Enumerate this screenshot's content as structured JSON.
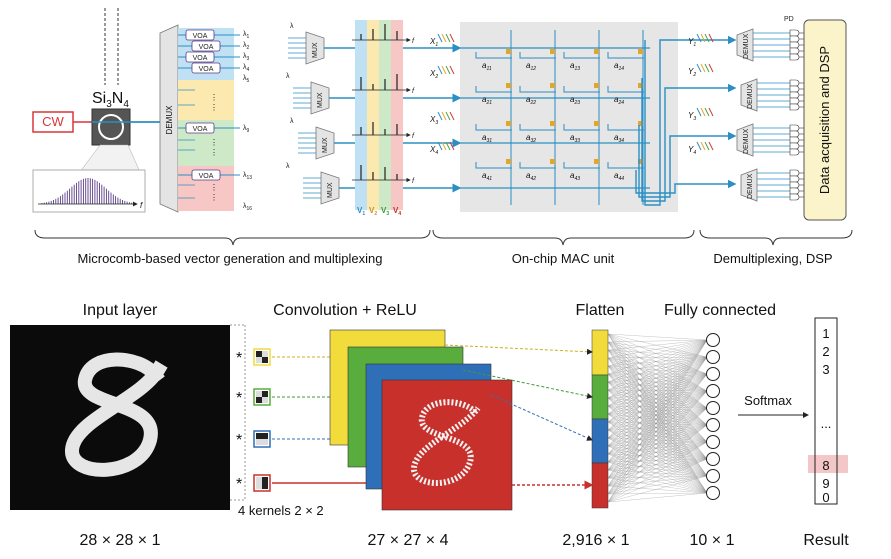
{
  "top": {
    "cw_label": "CW",
    "ring_label": "Si",
    "ring_sub3": "3",
    "ring_n": "N",
    "ring_sub4": "4",
    "f_label": "f",
    "demux_label": "DEMUX",
    "voa_label": "VOA",
    "mux_label": "MUX",
    "lambda_labels": [
      "λ1",
      "λ2",
      "λ3",
      "λ4",
      "λ5",
      "λ9",
      "λ13",
      "λ16"
    ],
    "mux_lambdas": [
      "λ1",
      "λ5",
      "λ9",
      "λ13"
    ],
    "v_labels": [
      "V1",
      "V2",
      "V3",
      "V4"
    ],
    "x_labels": [
      "X1",
      "X2",
      "X3",
      "X4"
    ],
    "y_labels": [
      "Y1",
      "Y2",
      "Y3",
      "Y4"
    ],
    "matrix": [
      [
        "a11",
        "a12",
        "a13",
        "a14"
      ],
      [
        "a21",
        "a22",
        "a23",
        "a24"
      ],
      [
        "a31",
        "a32",
        "a33",
        "a34"
      ],
      [
        "a41",
        "a42",
        "a43",
        "a44"
      ]
    ],
    "pd_label": "PD",
    "dsp_label": "Data acquisition and DSP",
    "section_labels": [
      "Microcomb-based vector generation and multiplexing",
      "On-chip MAC unit",
      "Demultiplexing, DSP"
    ]
  },
  "bottom": {
    "input_title": "Input layer",
    "conv_title": "Convolution + ReLU",
    "flatten_title": "Flatten",
    "fc_title": "Fully connected",
    "kernels_label": "4 kernels 2 × 2",
    "softmax_label": "Softmax",
    "star": "*",
    "result_digits": [
      "1",
      "2",
      "3",
      "...",
      "8",
      "9",
      "0"
    ],
    "dims": [
      "28 × 28 × 1",
      "27 × 27 × 4",
      "2,916 × 1",
      "10 × 1",
      "Result"
    ]
  },
  "colors": {
    "waveguide": "#2b8fc4",
    "mac_bg": "#e6e6e6",
    "demux_fill": "#e4e4e4",
    "voa_border": "#5a3c86",
    "cw_red": "#d9363a",
    "dsp_fill": "#fbf3c9",
    "band_blue": "#bfe1f3",
    "band_yellow": "#fbe9b0",
    "band_green": "#cde9c7",
    "band_red": "#f6c7c4",
    "fmap_yellow": "#f2dc3c",
    "fmap_green": "#58ad3d",
    "fmap_blue": "#2f6fb7",
    "fmap_red": "#c8302c",
    "highlight": "#f3c7c7"
  }
}
